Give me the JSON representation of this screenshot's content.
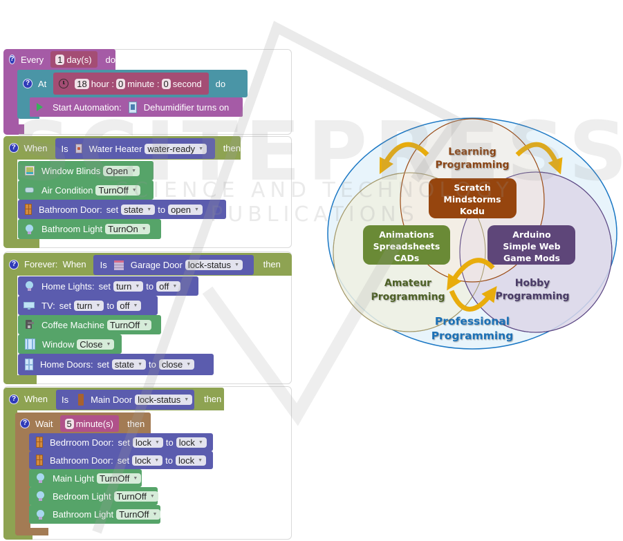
{
  "watermark": {
    "brand": "SCITEPRESS",
    "tagline": "SCIENCE AND TECHNOLOGY PUBLICATIONS"
  },
  "panels": [
    {
      "id": "every-day",
      "header": {
        "help_icon": "?",
        "label": "Every",
        "value": "1",
        "unit": "day(s)",
        "suffix": "do"
      },
      "at": {
        "help_icon": "?",
        "label": "At",
        "clock_icon": "clock-icon",
        "hour": "18",
        "hour_label": "hour :",
        "minute": "0",
        "minute_label": "minute :",
        "second": "0",
        "second_label": "second",
        "suffix": "do"
      },
      "action": {
        "play_icon": "play-icon",
        "label": "Start Automation:",
        "device_icon": "dehumidifier-icon",
        "text": "Dehumidifier turns on"
      }
    },
    {
      "id": "water-heater",
      "header": {
        "help_icon": "?",
        "label": "When",
        "is_label": "Is",
        "device_icon": "water-heater-icon",
        "device": "Water Heater",
        "state": "water-ready",
        "suffix": "then"
      },
      "rows": [
        {
          "type": "toggle",
          "icon": "window-blinds-icon",
          "device": "Window Blinds",
          "value": "Open"
        },
        {
          "type": "toggle",
          "icon": "air-condition-icon",
          "device": "Air Condition",
          "value": "TurnOff"
        },
        {
          "type": "set",
          "icon": "door-icon",
          "device": "Bathroom Door:",
          "set_label": "set",
          "property": "state",
          "to_label": "to",
          "value": "open"
        },
        {
          "type": "toggle",
          "icon": "light-bulb-icon",
          "device": "Bathroom Light",
          "value": "TurnOn"
        }
      ]
    },
    {
      "id": "garage-door",
      "header": {
        "help_icon": "?",
        "label": "Forever:  When",
        "is_label": "Is",
        "device_icon": "garage-door-icon",
        "device": "Garage Door",
        "state": "lock-status",
        "suffix": "then"
      },
      "rows": [
        {
          "type": "set",
          "icon": "light-bulb-icon",
          "device": "Home Lights:",
          "set_label": "set",
          "property": "turn",
          "to_label": "to",
          "value": "off"
        },
        {
          "type": "set",
          "icon": "tv-icon",
          "device": "TV:",
          "set_label": "set",
          "property": "turn",
          "to_label": "to",
          "value": "off"
        },
        {
          "type": "toggle",
          "icon": "coffee-machine-icon",
          "device": "Coffee Machine",
          "value": "TurnOff"
        },
        {
          "type": "toggle",
          "icon": "window-icon",
          "device": "Window",
          "value": "Close"
        },
        {
          "type": "set",
          "icon": "home-doors-icon",
          "device": "Home Doors:",
          "set_label": "set",
          "property": "state",
          "to_label": "to",
          "value": "close"
        }
      ]
    },
    {
      "id": "main-door",
      "header": {
        "help_icon": "?",
        "label": "When",
        "is_label": "Is",
        "device_icon": "main-door-icon",
        "device": "Main Door",
        "state": "lock-status",
        "suffix": "then"
      },
      "wait": {
        "help_icon": "?",
        "label": "Wait",
        "value": "5",
        "unit": "minute(s)",
        "suffix": "then"
      },
      "rows": [
        {
          "type": "set",
          "icon": "door-icon",
          "device": "Bedrroom Door:",
          "set_label": "set",
          "property": "lock",
          "to_label": "to",
          "value": "lock"
        },
        {
          "type": "set",
          "icon": "door-icon",
          "device": "Bathroom Door:",
          "set_label": "set",
          "property": "lock",
          "to_label": "to",
          "value": "lock"
        },
        {
          "type": "toggle",
          "icon": "light-bulb-icon",
          "device": "Main Light",
          "value": "TurnOff"
        },
        {
          "type": "toggle",
          "icon": "light-bulb-icon",
          "device": "Bedroom Light",
          "value": "TurnOff"
        },
        {
          "type": "toggle",
          "icon": "light-bulb-icon",
          "device": "Bathroom Light",
          "value": "TurnOff"
        }
      ]
    }
  ],
  "venn": {
    "outer_label": [
      "Professional",
      "Programming"
    ],
    "circles": {
      "learning": {
        "label": [
          "Learning",
          "Programming"
        ]
      },
      "amateur": {
        "label": [
          "Amateur",
          "Programming"
        ]
      },
      "hobby": {
        "label": [
          "Hobby",
          "Programming"
        ]
      }
    },
    "boxes": {
      "learning": {
        "lines": [
          "Scratch",
          "Mindstorms",
          "Kodu"
        ]
      },
      "amateur": {
        "lines": [
          "Animations",
          "Spreadsheets",
          "CADs"
        ]
      },
      "hobby": {
        "lines": [
          "Arduino",
          "Simple Web",
          "Game Mods"
        ]
      }
    },
    "colors": {
      "outer_fill": "#e8f4fb",
      "outer_stroke": "#1a77c4",
      "learning_fill": "#f6ece4",
      "learning_stroke": "#9a4a14",
      "amateur_fill": "#eef0e2",
      "amateur_stroke": "#a59a6c",
      "hobby_fill": "#dcd6e8",
      "hobby_stroke": "#5e4a86",
      "learning_box": "#96450e",
      "amateur_box": "#6a8a36",
      "hobby_box": "#5e4679",
      "learning_text": "#8a4513",
      "amateur_text": "#4e6128",
      "hobby_text": "#4a3b66",
      "outer_text": "#1a6fb5",
      "arrow": "#e8ac0c"
    }
  }
}
